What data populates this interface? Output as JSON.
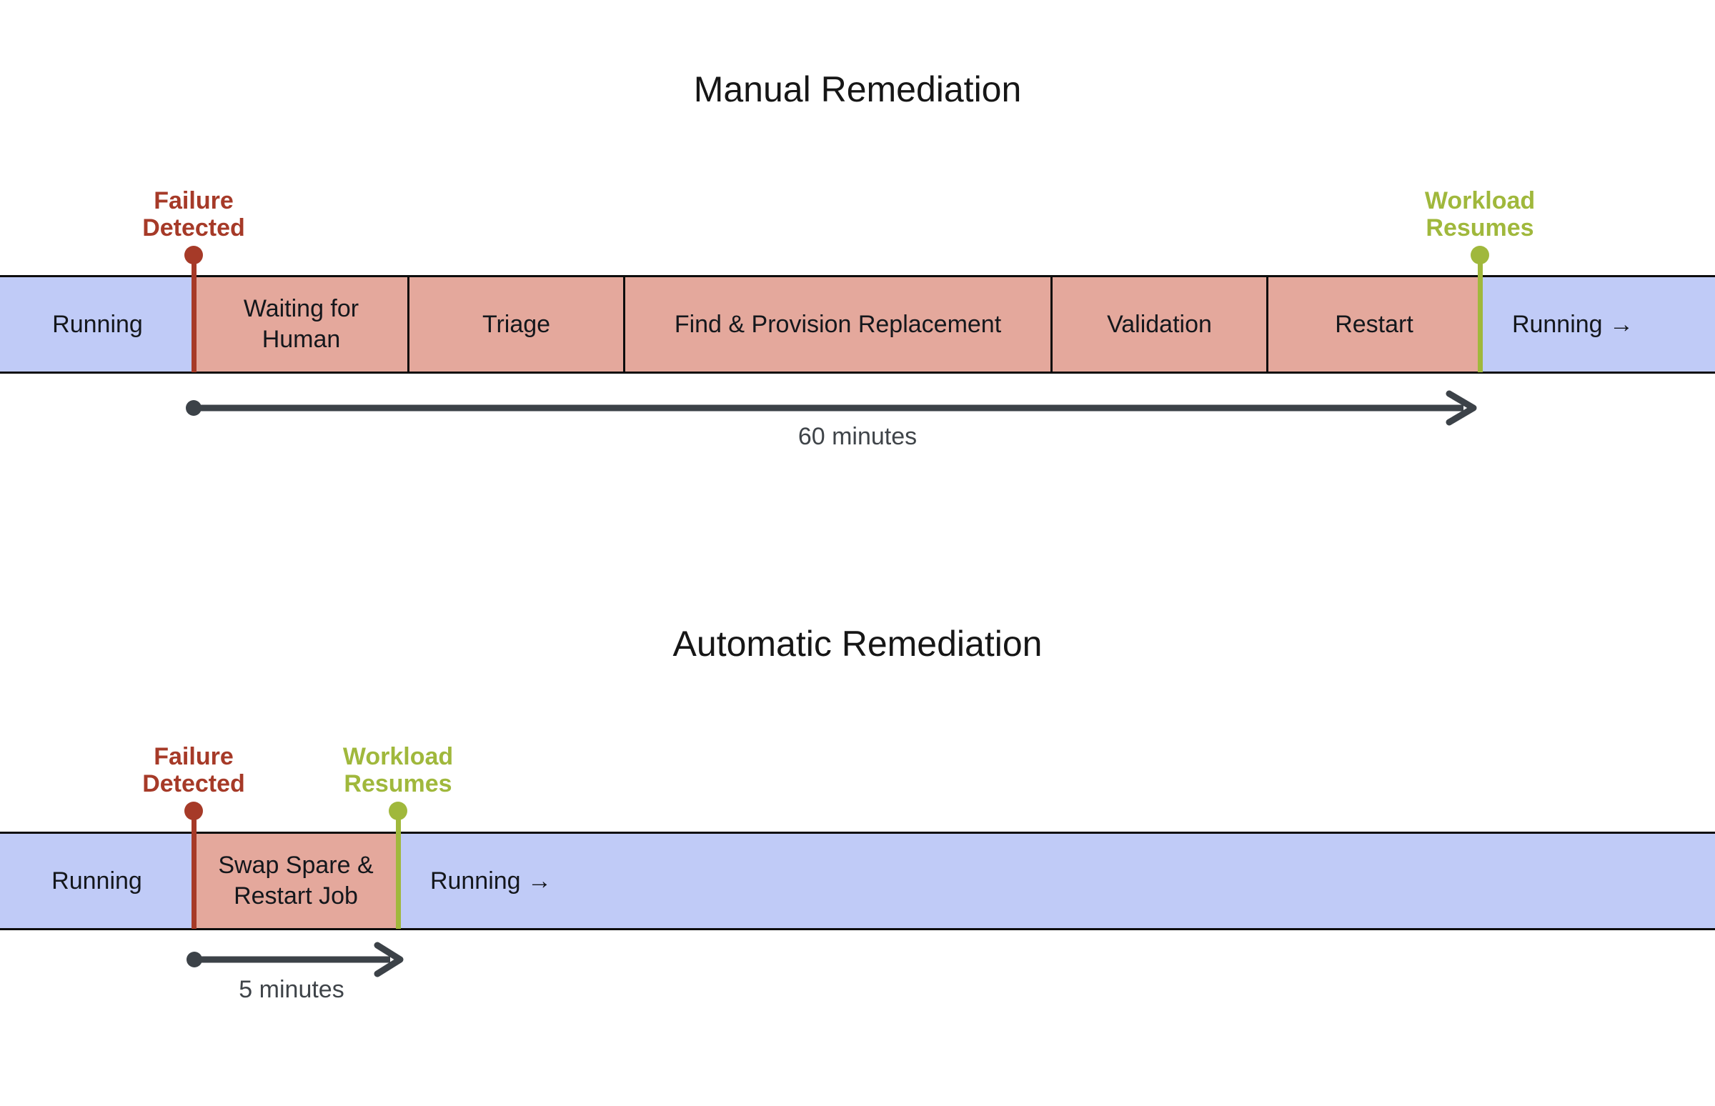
{
  "colors": {
    "running_fill": "#c0cbf7",
    "incident_fill": "#e4a89c",
    "failure_accent": "#a63a28",
    "resume_accent": "#a0b83c",
    "bar_border": "#0d0d0d",
    "arrow": "#3c4248",
    "label_text": "#14171c",
    "duration_text": "#3f4449",
    "title_text": "#161616"
  },
  "manual": {
    "title": "Manual Remediation",
    "failure_marker": {
      "line1": "Failure",
      "line2": "Detected"
    },
    "resume_marker": {
      "line1": "Workload",
      "line2": "Resumes"
    },
    "duration": "60 minutes",
    "segments": [
      {
        "label": "Running",
        "state": "running"
      },
      {
        "label": "Waiting for Human",
        "state": "incident"
      },
      {
        "label": "Triage",
        "state": "incident"
      },
      {
        "label": "Find & Provision Replacement",
        "state": "incident"
      },
      {
        "label": "Validation",
        "state": "incident"
      },
      {
        "label": "Restart",
        "state": "incident"
      },
      {
        "label": "Running →",
        "state": "running"
      }
    ]
  },
  "automatic": {
    "title": "Automatic Remediation",
    "failure_marker": {
      "line1": "Failure",
      "line2": "Detected"
    },
    "resume_marker": {
      "line1": "Workload",
      "line2": "Resumes"
    },
    "duration": "5 minutes",
    "segments": [
      {
        "label": "Running",
        "state": "running"
      },
      {
        "label": "Swap Spare & Restart Job",
        "state": "incident"
      },
      {
        "label": "Running →",
        "state": "running"
      }
    ]
  }
}
